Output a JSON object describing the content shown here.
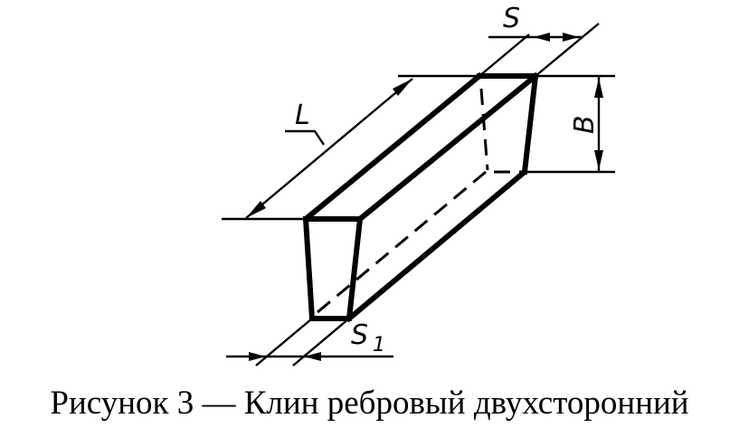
{
  "figure": {
    "caption": "Рисунок 3 — Клин ребровый двухсторонний",
    "title": "Клин ребровый двухсторонний",
    "figure_number": "3"
  },
  "labels": {
    "length": "L",
    "height": "B",
    "top_width": "S",
    "bottom_width": "S",
    "bottom_width_subscript": "1"
  },
  "colors": {
    "line": "#000000",
    "background": "#ffffff"
  }
}
